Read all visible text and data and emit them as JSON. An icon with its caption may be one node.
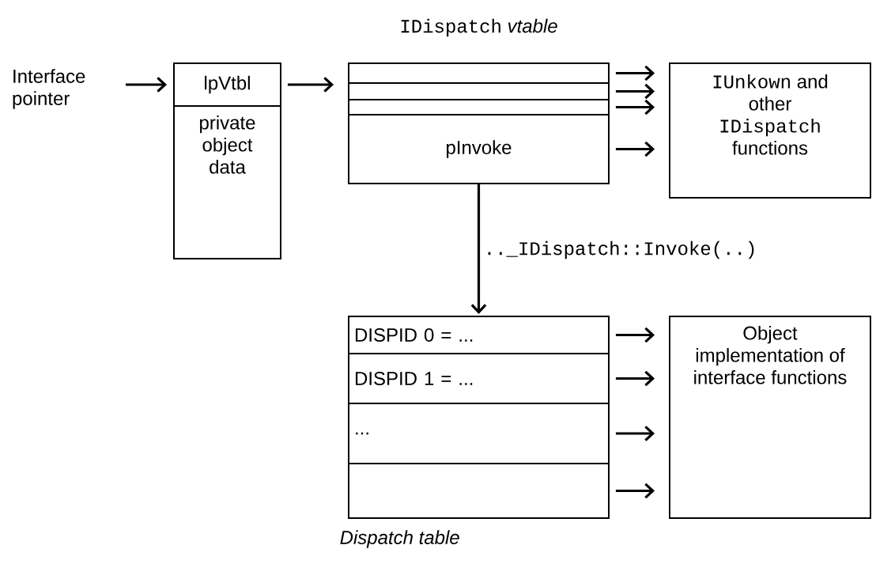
{
  "diagram": {
    "nodes": [
      {
        "text": [
          "Interface pointer"
        ]
      },
      {
        "text": [],
        "shape": "box"
      },
      {
        "text": [
          "lpVtbl"
        ],
        "in": 1
      },
      {
        "text": [
          "private object data"
        ],
        "in": 1
      },
      {
        "text": [
          "IDispatch",
          "vtable"
        ]
      },
      {
        "text": [],
        "shape": "box",
        "in": 4
      },
      {
        "text": [],
        "shape": "box",
        "in": 4
      },
      {
        "text": [],
        "shape": "box",
        "in": 4
      },
      {
        "text": [
          "pInvoke"
        ],
        "in": 4
      },
      {
        "text": [
          "IUnkown",
          "and other",
          "IDispatch",
          "functions"
        ]
      },
      {
        "text": [
          "Dispatch table"
        ]
      },
      {
        "text": [
          "DISPID 0 = ..."
        ],
        "in": 10
      },
      {
        "text": [
          "DISPID 1 = ..."
        ],
        "in": 10
      },
      {
        "text": [
          "..."
        ],
        "in": 10
      },
      {
        "text": [],
        "shape": "box",
        "in": 10
      },
      {
        "text": [
          "Object implementation of interface functions"
        ]
      }
    ],
    "edges": [
      {
        "from": 0,
        "to": 2,
        "arrow": "to"
      },
      {
        "from": 2,
        "to": 4,
        "arrow": "to"
      },
      {
        "from": 5,
        "to": 9,
        "arrow": "to"
      },
      {
        "from": 6,
        "to": 9,
        "arrow": "to"
      },
      {
        "from": 7,
        "to": 9,
        "arrow": "to"
      },
      {
        "from": 8,
        "to": 9,
        "arrow": "to"
      },
      {
        "from": 8,
        "to": 11,
        "arrow": "to",
        "label": ".._IDispatch::Invoke(..)"
      },
      {
        "from": 11,
        "to": 15,
        "arrow": "to"
      },
      {
        "from": 12,
        "to": 15,
        "arrow": "to"
      },
      {
        "from": 13,
        "to": 15,
        "arrow": "to"
      },
      {
        "from": 14,
        "to": 15,
        "arrow": "to"
      }
    ]
  }
}
